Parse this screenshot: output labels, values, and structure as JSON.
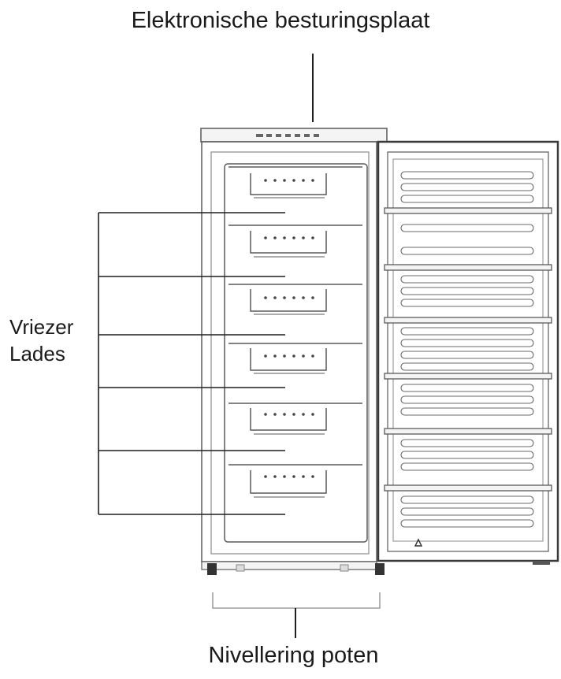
{
  "labels": {
    "control_panel": "Elektronische besturingsplaat",
    "drawers_line1": "Vriezer",
    "drawers_line2": "Lades",
    "leveling_feet": "Nivellering poten"
  },
  "colors": {
    "line": "#1f1f1f",
    "outline": "#5a5a5a",
    "light": "#8a8a8a",
    "fill_light": "#f4f4f4"
  },
  "icons": [
    "warning-triangle-icon"
  ]
}
